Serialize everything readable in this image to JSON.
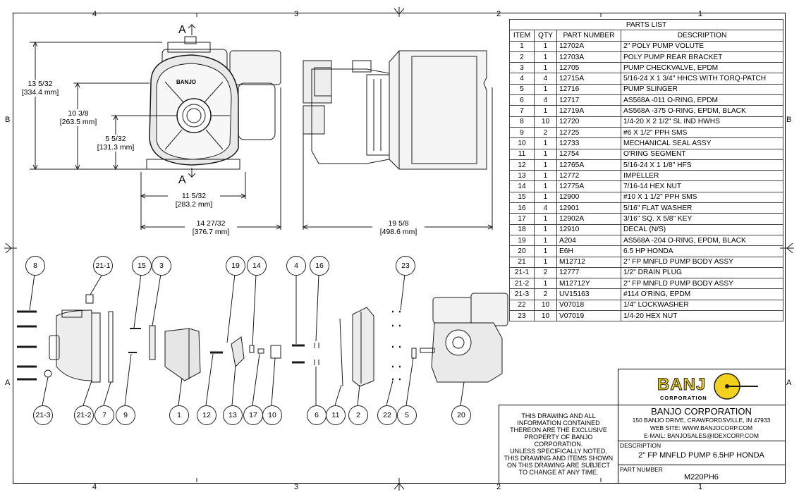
{
  "zones": {
    "top": [
      "4",
      "3",
      "2",
      "1"
    ],
    "bottom": [
      "4",
      "3",
      "2",
      "1"
    ],
    "left": [
      "B",
      "A"
    ],
    "right": [
      "B",
      "A"
    ]
  },
  "section_labels": {
    "top": "A",
    "bottom": "A"
  },
  "dimensions": {
    "overall_height": [
      "13 5/32",
      "[334.4 mm]"
    ],
    "mid_height": [
      "10 3/8",
      "[263.5 mm]"
    ],
    "inlet_height": [
      "5 5/32",
      "[131.3 mm]"
    ],
    "base_width": [
      "11 5/32",
      "[283.2 mm]"
    ],
    "overall_width": [
      "14 27/32",
      "[376.7 mm]"
    ],
    "side_length": [
      "19 5/8",
      "[498.6 mm]"
    ]
  },
  "parts_list": {
    "title": "PARTS LIST",
    "headers": [
      "ITEM",
      "QTY",
      "PART NUMBER",
      "DESCRIPTION"
    ],
    "rows": [
      [
        "1",
        "1",
        "12702A",
        "2\" POLY PUMP VOLUTE"
      ],
      [
        "2",
        "1",
        "12703A",
        "POLY PUMP REAR BRACKET"
      ],
      [
        "3",
        "1",
        "12705",
        "PUMP CHECKVALVE, EPDM"
      ],
      [
        "4",
        "4",
        "12715A",
        "5/16-24 X 1 3/4\" HHCS WITH TORQ-PATCH"
      ],
      [
        "5",
        "1",
        "12716",
        "PUMP SLINGER"
      ],
      [
        "6",
        "4",
        "12717",
        "AS568A -011 O-RING, EPDM"
      ],
      [
        "7",
        "1",
        "12719A",
        "AS568A -375 O-RING, EPDM, BLACK"
      ],
      [
        "8",
        "10",
        "12720",
        "1/4-20 X 2 1/2\" SL IND HWHS"
      ],
      [
        "9",
        "2",
        "12725",
        "#6 X 1/2\" PPH SMS"
      ],
      [
        "10",
        "1",
        "12733",
        "MECHANICAL SEAL ASSY"
      ],
      [
        "11",
        "1",
        "12754",
        "O'RING SEGMENT"
      ],
      [
        "12",
        "1",
        "12765A",
        "5/16-24 X 1 1/8\" HFS"
      ],
      [
        "13",
        "1",
        "12772",
        "IMPELLER"
      ],
      [
        "14",
        "1",
        "12775A",
        "7/16-14 HEX NUT"
      ],
      [
        "15",
        "1",
        "12900",
        "#10 X 1 1/2\" PPH SMS"
      ],
      [
        "16",
        "4",
        "12901",
        "5/16\" FLAT WASHER"
      ],
      [
        "17",
        "1",
        "12902A",
        "3/16\" SQ. X 5/8\" KEY"
      ],
      [
        "18",
        "1",
        "12910",
        "DECAL (N/S)"
      ],
      [
        "19",
        "1",
        "A204",
        "AS568A -204 O-RING, EPDM, BLACK"
      ],
      [
        "20",
        "1",
        "E6H",
        "6.5 HP HONDA"
      ],
      [
        "21",
        "1",
        "M12712",
        "2\" FP MNFLD PUMP BODY ASSY"
      ],
      [
        "21-1",
        "2",
        "12777",
        "1/2\" DRAIN PLUG"
      ],
      [
        "21-2",
        "1",
        "M12712Y",
        "2\" FP MNFLD PUMP BODY ASSY"
      ],
      [
        "21-3",
        "2",
        "UV15163",
        "#114 O'RING, EPDM"
      ],
      [
        "22",
        "10",
        "V07018",
        "1/4\" LOCKWASHER"
      ],
      [
        "23",
        "10",
        "V07019",
        "1/4-20 HEX NUT"
      ]
    ]
  },
  "balloons_top": [
    "8",
    "21-1",
    "15",
    "3",
    "19",
    "14",
    "4",
    "16",
    "23"
  ],
  "balloons_bottom": [
    "21-3",
    "21-2",
    "7",
    "9",
    "1",
    "12",
    "13",
    "17",
    "10",
    "6",
    "11",
    "2",
    "22",
    "5",
    "20"
  ],
  "logo": {
    "brand": "BANJ",
    "sub": "CORPORATION"
  },
  "engine_label": "BANJO",
  "title_block": {
    "notice1": "THIS DRAWING AND ALL INFORMATION CONTAINED THEREON ARE THE EXCLUSIVE PROPERTY OF BANJO CORPORATION.",
    "notice2": "UNLESS SPECIFICALLY NOTED, THIS DRAWING AND ITEMS SHOWN ON THIS DRAWING ARE SUBJECT TO CHANGE AT ANY TIME.",
    "company": "BANJO CORPORATION",
    "address": "150 BANJO DRIVE, CRAWFORDSVILLE, IN 47933",
    "website": "WEB SITE: WWW.BANJOCORP.COM",
    "email": "E-MAIL: BANJOSALES@IDEXCORP.COM",
    "description_label": "DESCRIPTION",
    "description": "2\" FP MNFLD PUMP 6.5HP HONDA",
    "part_number_label": "PART NUMBER",
    "part_number": "M220PH6"
  },
  "colors": {
    "line": "#1a1a1a",
    "logo_yellow": "#f2d21c"
  }
}
